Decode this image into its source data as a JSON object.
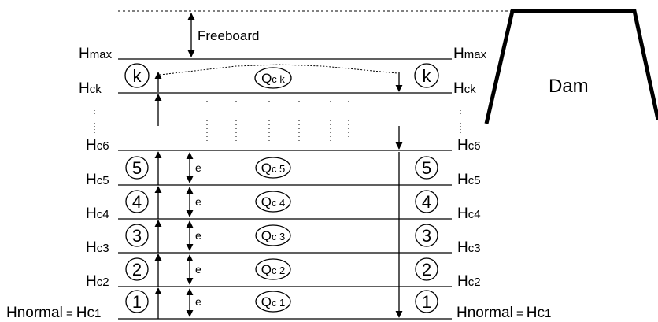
{
  "freeboard_label": "Freeboard",
  "dam_label": "Dam",
  "hmax": {
    "main": "H",
    "sub": "max"
  },
  "hck": {
    "main": "H",
    "sub": "ck"
  },
  "levels_left": [
    {
      "main": "H",
      "sub": "c6"
    },
    {
      "main": "H",
      "sub": "c5"
    },
    {
      "main": "H",
      "sub": "c4"
    },
    {
      "main": "H",
      "sub": "c3"
    },
    {
      "main": "H",
      "sub": "c2"
    }
  ],
  "hnormal": {
    "main": "Hnormal",
    "eq": " =",
    "h": "Hc",
    "sub": "1"
  },
  "circles": [
    "k",
    "5",
    "4",
    "3",
    "2",
    "1"
  ],
  "flows": [
    {
      "q": "Q",
      "sub": "c k"
    },
    {
      "q": "Q",
      "sub": "c 5"
    },
    {
      "q": "Q",
      "sub": "c 4"
    },
    {
      "q": "Q",
      "sub": "c 3"
    },
    {
      "q": "Q",
      "sub": "c 2"
    },
    {
      "q": "Q",
      "sub": "c 1"
    }
  ],
  "e_label": "e"
}
